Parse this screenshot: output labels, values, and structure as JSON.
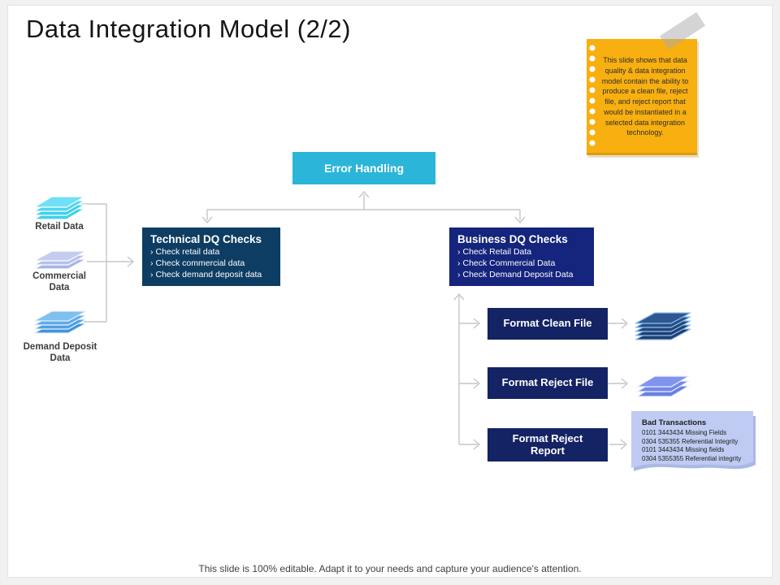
{
  "slide": {
    "title": "Data Integration Model (2/2)",
    "footer": "This slide is 100% editable. Adapt it to your needs and capture your audience's attention."
  },
  "bullet_char": "›",
  "sticky_note": {
    "text": "This slide shows that data quality & data integration model contain the ability to produce a clean file, reject file, and reject report that would be instantiated in a selected data integration technology.",
    "color": "#F8AF10"
  },
  "error_handling": {
    "label": "Error Handling",
    "color": "#2BB5D9"
  },
  "technical_dq": {
    "title": "Technical DQ Checks",
    "bullets": [
      "Check retail data",
      "Check commercial data",
      "Check demand deposit data"
    ],
    "color": "#0D3D63"
  },
  "business_dq": {
    "title": "Business DQ Checks",
    "bullets": [
      "Check Retail Data",
      "Check Commercial Data",
      "Check Demand Deposit Data"
    ],
    "color": "#15247D"
  },
  "data_sources": [
    {
      "label": "Retail Data",
      "icon": "cyan-sheet-stack-icon"
    },
    {
      "label": "Commercial Data",
      "icon": "periwinkle-sheet-stack-icon"
    },
    {
      "label": "Demand Deposit Data",
      "icon": "blue-sheet-stack-icon"
    }
  ],
  "outputs": [
    {
      "label": "Format Clean File",
      "icon": "dark-blue-sheet-stack-icon"
    },
    {
      "label": "Format Reject File",
      "icon": "cornflower-sheet-stack-icon"
    },
    {
      "label": "Format Reject Report",
      "icon": "bad-transactions-note"
    }
  ],
  "bad_transactions": {
    "title": "Bad Transactions",
    "lines": [
      "0101  3443434   Missing Fields",
      "0304  535355   Referential  Integrity",
      "0101  3443434   Missing fields",
      "0304  5355355   Referential  integrity"
    ],
    "color": "#BFCBF2"
  },
  "connector_color": "#c6c6c6"
}
